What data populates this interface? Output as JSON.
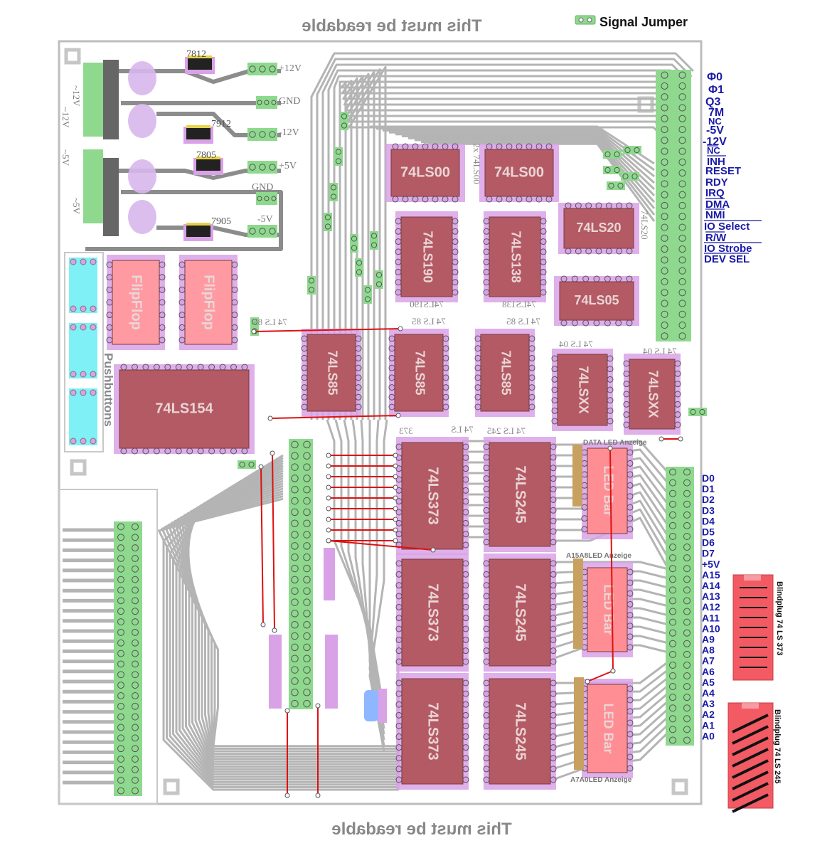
{
  "title_top": "This must be readable",
  "title_bottom": "This must be readable",
  "legend": {
    "signal_jumper": "Signal Jumper"
  },
  "power": {
    "ac_labels": [
      "~12V",
      "~12V",
      "~5V",
      "~5V"
    ],
    "regulators": [
      "7812",
      "7912",
      "7805",
      "7905"
    ],
    "rails": [
      "+12V",
      "GND",
      "-12V",
      "+5V",
      "GND",
      "-5V"
    ]
  },
  "left_blocks": {
    "flipflops": [
      "FlipFlop",
      "FlipFlop"
    ],
    "pushbuttons": "Pushbuttons",
    "decoder": "74LS154"
  },
  "chips": {
    "ls00_a": "74LS00",
    "ls00_b": "74LS00",
    "ls00_silk": "2x 74LS00",
    "ls190": "74LS190",
    "ls190_silk": "74LS190",
    "ls138": "74LS138",
    "ls138_silk": "74LS138",
    "ls20": "74LS20",
    "ls20_silk": "74LS20",
    "ls05": "74LS05",
    "ls85_a": "74LS85",
    "ls85_b": "74LS85",
    "ls85_c": "74LS85",
    "ls85_silk_a": "74 LS 85",
    "ls85_silk_b": "74 LS 85",
    "ls85_silk_c": "74 LS 85",
    "lsxx_a": "74LSXX",
    "lsxx_b": "74LSXX",
    "ls04_silk_a": "74 LS 04",
    "ls04_silk_b": "74 LS 04",
    "ls373_a": "74LS373",
    "ls373_b": "74LS373",
    "ls373_c": "74LS373",
    "ls373_silk": "373",
    "ls245_a": "74LS245",
    "ls245_b": "74LS245",
    "ls245_c": "74LS245",
    "ls245_silk_a": "74 LS",
    "ls245_silk_b": "74 LS 245"
  },
  "led": {
    "bar": "LED Bar",
    "data_caption": "DATA LED Anzeige",
    "a15_caption": "A15A8LED Anzeige",
    "a7_caption": "A7A0LED Anzeige"
  },
  "slot_signals": [
    "Φ0",
    "Φ1",
    "Q3",
    "7M",
    "NC",
    "-5V",
    "-12V",
    "NC",
    "INH",
    "RESET",
    "RDY",
    "IRQ",
    "DMA",
    "NMI",
    "IO Select",
    "R/W",
    "IO Strobe",
    "DEV SEL"
  ],
  "bus_signals": [
    "D0",
    "D1",
    "D2",
    "D3",
    "D4",
    "D5",
    "D6",
    "D7",
    "+5V",
    "A15",
    "A14",
    "A13",
    "A12",
    "A11",
    "A10",
    "A9",
    "A8",
    "A7",
    "A6",
    "A5",
    "A4",
    "A3",
    "A2",
    "A1",
    "A0"
  ],
  "blindplugs": [
    "Blindplug 74 LS 373",
    "Blindplug 74 LS 245"
  ],
  "colors": {
    "trace": "#b4b4b4",
    "trace_dark": "#8c8c8c",
    "ic_body": "#b45a64",
    "ic_pad": "#d9a2e6",
    "header": "#8ed98e",
    "cyan": "#7ff0f5",
    "red_wire": "#dd1111",
    "signal_text": "#1a1aa8",
    "led_bar": "#ff8e94",
    "blindplug": "#f25a64"
  }
}
